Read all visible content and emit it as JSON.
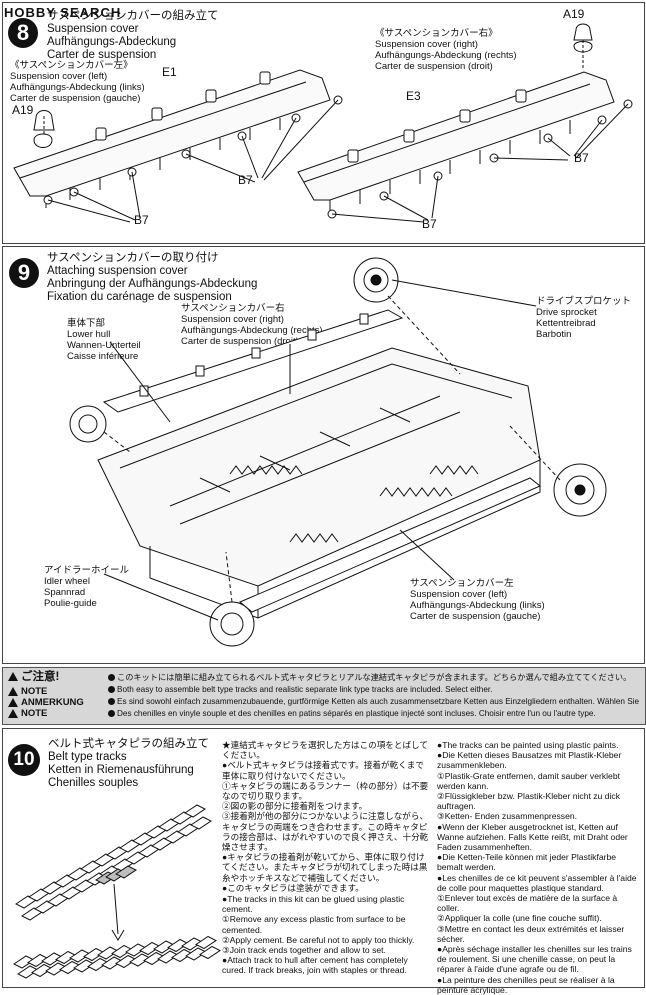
{
  "header": {
    "logo_text": "HOBBY SEARCH"
  },
  "step8": {
    "number": "8",
    "title_jp": "サスペンションカバーの組み立て",
    "title_en": "Suspension cover",
    "title_de": "Aufhängungs-Abdeckung",
    "title_fr": "Carter de suspension",
    "left_jp": "《サスペンションカバー左》",
    "left_en": "Suspension cover (left)",
    "left_de": "Aufhängungs-Abdeckung (links)",
    "left_fr": "Carter de suspension (gauche)",
    "right_jp": "《サスペンションカバー右》",
    "right_en": "Suspension cover (right)",
    "right_de": "Aufhängungs-Abdeckung (rechts)",
    "right_fr": "Carter de suspension (droit)",
    "part_e1": "E1",
    "part_e3": "E3",
    "part_a19_left": "A19",
    "part_a19_right": "A19",
    "part_b7_a": "B7",
    "part_b7_b": "B7",
    "part_b7_c": "B7",
    "part_b7_d": "B7"
  },
  "step9": {
    "number": "9",
    "title_jp": "サスペンションカバーの取り付け",
    "title_en": "Attaching suspension cover",
    "title_de": "Anbringung der Aufhängungs-Abdeckung",
    "title_fr": "Fixation du carénage de suspension",
    "hull_jp": "車体下部",
    "hull_en": "Lower hull",
    "hull_de": "Wannen-Unterteil",
    "hull_fr": "Caisse inférieure",
    "cover_r_jp": "サスペンションカバー右",
    "cover_r_en": "Suspension cover (right)",
    "cover_r_de": "Aufhängungs-Abdeckung (rechts)",
    "cover_r_fr": "Carter de suspension (droit)",
    "sprocket_jp": "ドライブスプロケット",
    "sprocket_en": "Drive sprocket",
    "sprocket_de": "Kettentreibrad",
    "sprocket_fr": "Barbotin",
    "idler_jp": "アイドラーホイール",
    "idler_en": "Idler wheel",
    "idler_de": "Spannrad",
    "idler_fr": "Poulie-guide",
    "cover_l_jp": "サスペンションカバー左",
    "cover_l_en": "Suspension cover (left)",
    "cover_l_de": "Aufhängungs-Abdeckung (links)",
    "cover_l_fr": "Carter de suspension (gauche)"
  },
  "note": {
    "label_jp": "ご注意!",
    "label_en": "NOTE",
    "label_de": "ANMERKUNG",
    "label_fr": "NOTE",
    "line_jp": "このキットには簡単に組み立てられるベルト式キャタピラとリアルな連結式キャタピラが含まれます。どちらか選んで組み立ててください。",
    "line_en": "Both easy to assemble belt type tracks and realistic separate link type tracks are included. Select either.",
    "line_de": "Es sind sowohl einfach zusammenzubauende, gurtförmige Ketten als auch zusammensetzbare Ketten aus Einzelgliedern enthalten. Wählen Sie einen Typ.",
    "line_fr": "Des chenilles en vinyle souple et des chenilles en patins séparés en plastique injecté sont incluses. Choisir entre l'un ou l'autre type."
  },
  "step10": {
    "number": "10",
    "title_jp": "ベルト式キャタピラの組み立て",
    "title_en": "Belt type tracks",
    "title_de": "Ketten in Riemenausführung",
    "title_fr": "Chenilles souples",
    "jp_lines": [
      "★連結式キャタピラを選択した方はこの項をとばしてください。",
      "●ベルト式キャタピラは接着式です。接着が乾くまで車体に取り付けないでください。",
      "①キャタピラの端にあるランナー（枠の部分）は不要なので切り取ります。",
      "②図の影の部分に接着剤をつけます。",
      "③接着剤が他の部分につかないように注意しながら、キャタピラの両端をつき合わせます。この時キャタピラの接合部は、はがれやすいので良く押さえ、十分乾燥させます。",
      "●キャタピラの接着剤が乾いてから、車体に取り付けてください。またキャタピラが切れてしまった時は黒糸やホッチキスなどで補強してください。",
      "●このキャタピラは塗装ができます。"
    ],
    "en_lines": [
      "●The tracks in this kit can be glued using plastic cement.",
      "①Remove any excess plastic from surface to be cemented.",
      "②Apply cement. Be careful not to apply too thickly.",
      "③Join track ends together and allow to set.",
      "●Attach track to hull after cement has completely cured. If track breaks, join with staples or thread."
    ],
    "right_lines": [
      "●The tracks can be painted using plastic paints.",
      "●Die Ketten dieses Bausatzes mit Plastik-Kleber zusammenkleben.",
      "①Plastik-Grate entfernen, damit sauber verklebt werden kann.",
      "②Flüssigkleber bzw. Plastik-Kleber nicht zu dick auftragen.",
      "③Ketten- Enden zusammenpressen.",
      "●Wenn der Kleber ausgetrocknet ist, Ketten auf Wanne aufziehen. Falls Kette reißt, mit Draht oder Faden zusammenheften.",
      "●Die Ketten-Teile können mit jeder Plastikfarbe bemalt werden.",
      "●Les chenilles de ce kit peuvent s'assembler à l'aide de colle pour maquettes plastique standard.",
      "①Enlever tout excès de matière de la surface à coller.",
      "②Appliquer la colle (une fine couche suffit).",
      "③Mettre en contact les deux extrémités et laisser sécher.",
      "●Après séchage installer les chenilles sur les trains de roulement. Si une chenille casse, on peut la réparer à l'aide d'une agrafe ou de fil.",
      "●La peinture des chenilles peut se réaliser à la peinture acrylique."
    ]
  },
  "colors": {
    "ink": "#111111",
    "note_bg": "#d7d7d7",
    "shade": "#bdbdbd"
  }
}
